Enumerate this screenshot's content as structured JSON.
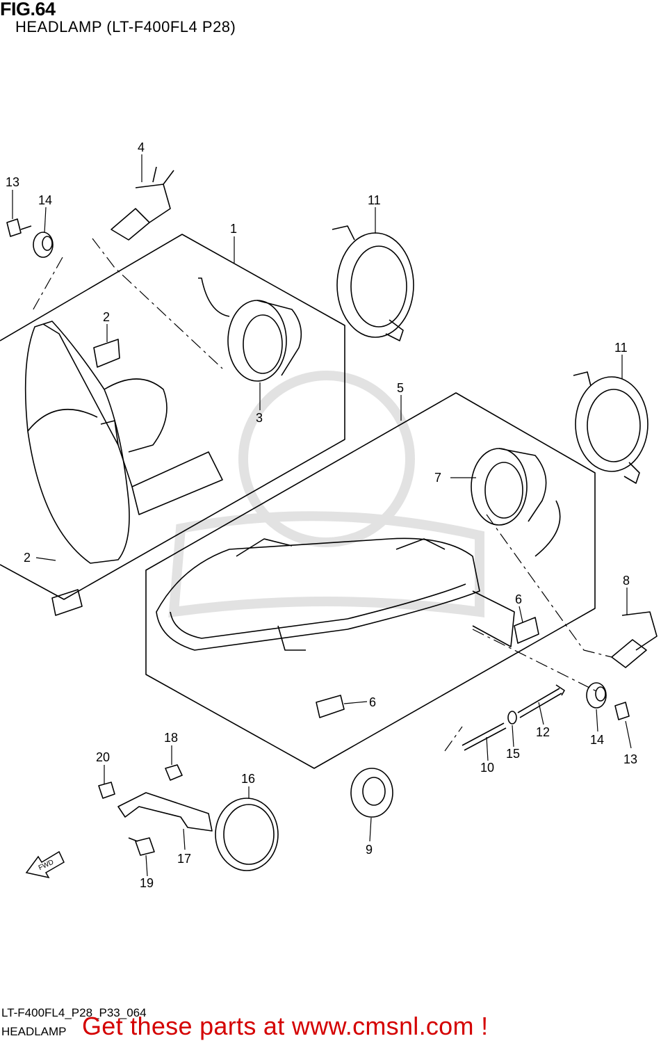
{
  "header": {
    "fig_number": "FIG.64",
    "title": "HEADLAMP (LT-F400FL4 P28)"
  },
  "callouts": [
    {
      "id": "c13a",
      "text": "13"
    },
    {
      "id": "c14a",
      "text": "14"
    },
    {
      "id": "c4",
      "text": "4"
    },
    {
      "id": "c1",
      "text": "1"
    },
    {
      "id": "c11a",
      "text": "11"
    },
    {
      "id": "c2a",
      "text": "2"
    },
    {
      "id": "c3",
      "text": "3"
    },
    {
      "id": "c2b",
      "text": "2"
    },
    {
      "id": "c5",
      "text": "5"
    },
    {
      "id": "c11b",
      "text": "11"
    },
    {
      "id": "c7",
      "text": "7"
    },
    {
      "id": "c8",
      "text": "8"
    },
    {
      "id": "c6a",
      "text": "6"
    },
    {
      "id": "c6b",
      "text": "6"
    },
    {
      "id": "c12",
      "text": "12"
    },
    {
      "id": "c14b",
      "text": "14"
    },
    {
      "id": "c13b",
      "text": "13"
    },
    {
      "id": "c15",
      "text": "15"
    },
    {
      "id": "c10",
      "text": "10"
    },
    {
      "id": "c18",
      "text": "18"
    },
    {
      "id": "c20",
      "text": "20"
    },
    {
      "id": "c16",
      "text": "16"
    },
    {
      "id": "c9",
      "text": "9"
    },
    {
      "id": "c17",
      "text": "17"
    },
    {
      "id": "c19",
      "text": "19"
    }
  ],
  "fwd_marker": "FWD",
  "footer": {
    "drawing_code": "LT-F400FL4_P28_P33_064",
    "section_name": "HEADLAMP",
    "advert": "Get these parts at www.cmsnl.com !"
  },
  "colors": {
    "line": "#000000",
    "advert": "#d40000",
    "watermark": "#e2e2e2"
  }
}
